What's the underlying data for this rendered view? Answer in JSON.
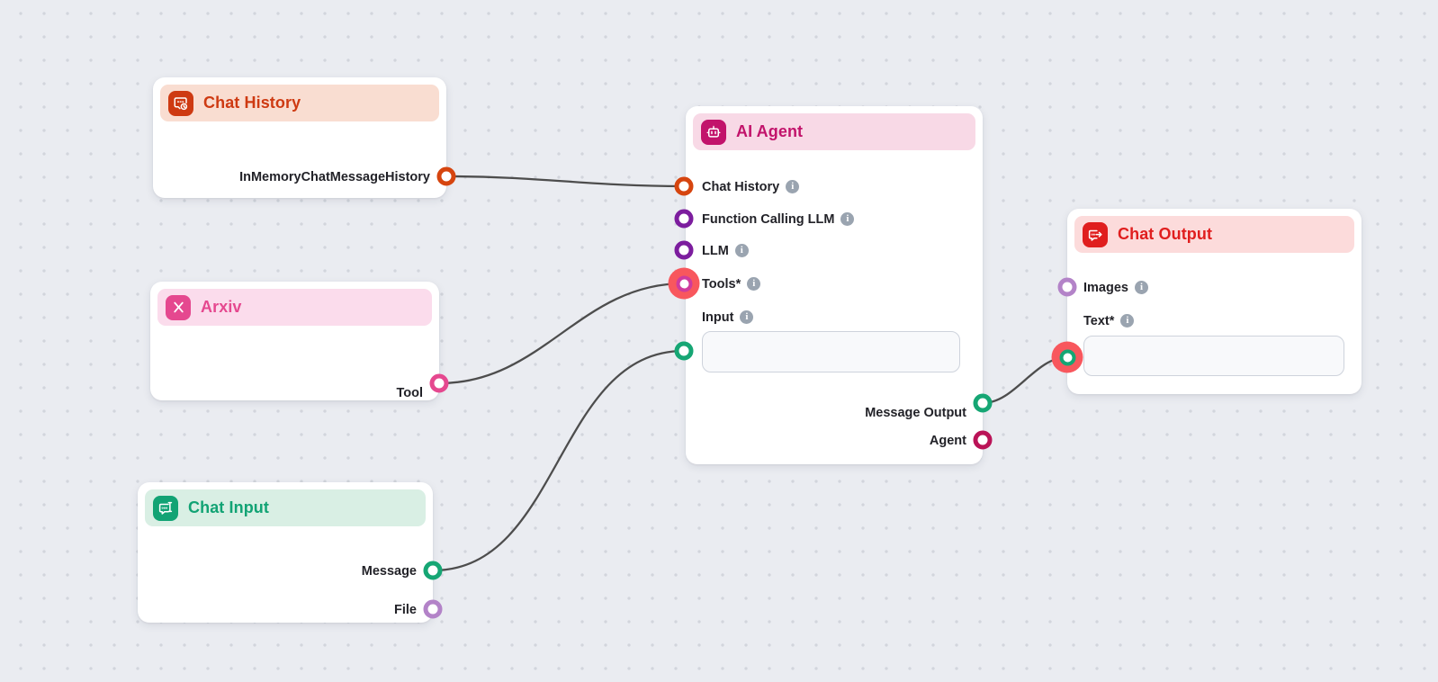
{
  "app": {
    "type": "flow-editor-canvas"
  },
  "colors": {
    "background": "#eaecf1",
    "grid_dot": "#d2d5dc",
    "edge": "#4d4d4d",
    "node_background": "#ffffff",
    "chat_history_accent": "#ce3a12",
    "chat_history_header_bg": "#f9ddd1",
    "arxiv_accent": "#e5488f",
    "arxiv_header_bg": "#fbdcec",
    "chat_input_accent": "#12a374",
    "chat_input_header_bg": "#d9efe4",
    "ai_agent_accent": "#c2136b",
    "ai_agent_header_bg": "#f8d9e6",
    "chat_output_accent": "#e01e1e",
    "chat_output_header_bg": "#fcdbdb",
    "port_orange": "#d6450f",
    "port_purple": "#7c1d9e",
    "port_magenta": "#cf3b9e",
    "port_green": "#16a674",
    "port_lavender": "#b383c8",
    "port_crimson": "#ba1357",
    "port_pink": "#e5488f",
    "port_required_halo": "#f8575d",
    "info_icon": "#9aa4b0"
  },
  "nodes": {
    "chat_history": {
      "title": "Chat History",
      "outputs": [
        {
          "label": "InMemoryChatMessageHistory"
        }
      ]
    },
    "arxiv": {
      "title": "Arxiv",
      "outputs": [
        {
          "label": "Tool"
        }
      ]
    },
    "chat_input": {
      "title": "Chat Input",
      "outputs": [
        {
          "label": "Message"
        },
        {
          "label": "File"
        }
      ]
    },
    "ai_agent": {
      "title": "AI Agent",
      "inputs": [
        {
          "label": "Chat History"
        },
        {
          "label": "Function Calling LLM"
        },
        {
          "label": "LLM"
        },
        {
          "label": "Tools*"
        },
        {
          "label": "Input"
        }
      ],
      "input_field": {
        "value": "",
        "placeholder": ""
      },
      "outputs": [
        {
          "label": "Message Output"
        },
        {
          "label": "Agent"
        }
      ]
    },
    "chat_output": {
      "title": "Chat Output",
      "inputs": [
        {
          "label": "Images"
        },
        {
          "label": "Text*"
        }
      ],
      "text_field": {
        "value": "",
        "placeholder": ""
      }
    }
  },
  "edges": [
    {
      "from": "chat_history.InMemoryChatMessageHistory",
      "to": "ai_agent.Chat History"
    },
    {
      "from": "arxiv.Tool",
      "to": "ai_agent.Tools*"
    },
    {
      "from": "chat_input.Message",
      "to": "ai_agent.Input"
    },
    {
      "from": "ai_agent.Message Output",
      "to": "chat_output.Text*"
    }
  ]
}
